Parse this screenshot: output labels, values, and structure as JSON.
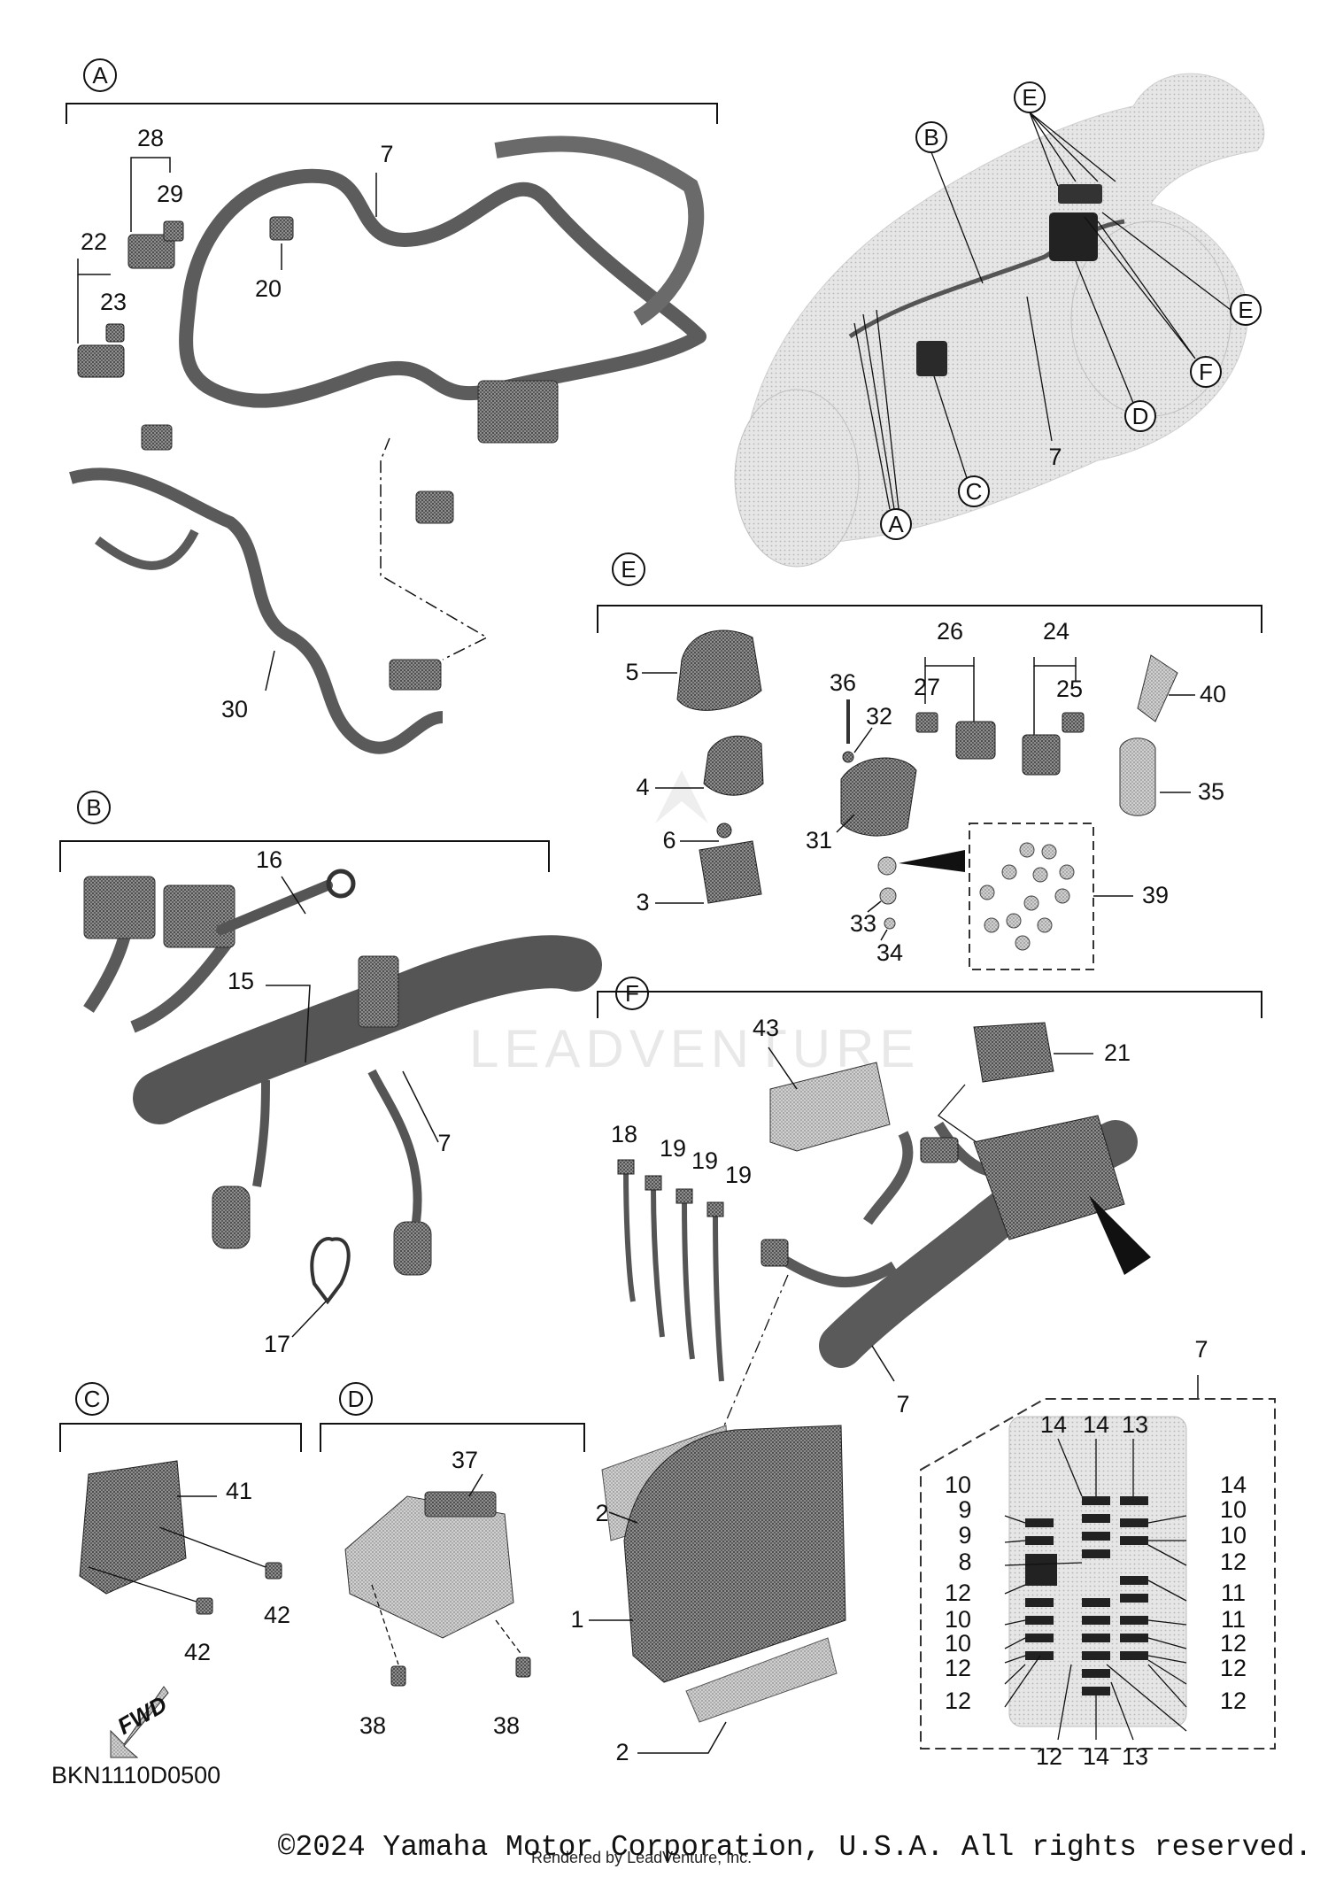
{
  "diagram_code": "BKN1110D0500",
  "copyright": "©2024 Yamaha Motor Corporation, U.S.A. All rights reserved.",
  "rendered_by": "Rendered by LeadVenture, Inc.",
  "watermark": "LEADVENTURE",
  "fwd_label": "FWD",
  "sections": {
    "A": "A",
    "B": "B",
    "C": "C",
    "D": "D",
    "E": "E",
    "F": "F"
  },
  "callouts": [
    {
      "id": "c28",
      "text": "28"
    },
    {
      "id": "c29",
      "text": "29"
    },
    {
      "id": "c22",
      "text": "22"
    },
    {
      "id": "c23",
      "text": "23"
    },
    {
      "id": "c7a",
      "text": "7"
    },
    {
      "id": "c20",
      "text": "20"
    },
    {
      "id": "c30",
      "text": "30"
    },
    {
      "id": "c7main",
      "text": "7"
    },
    {
      "id": "c16",
      "text": "16"
    },
    {
      "id": "c15",
      "text": "15"
    },
    {
      "id": "c7b",
      "text": "7"
    },
    {
      "id": "c17",
      "text": "17"
    },
    {
      "id": "c41",
      "text": "41"
    },
    {
      "id": "c42a",
      "text": "42"
    },
    {
      "id": "c42b",
      "text": "42"
    },
    {
      "id": "c37",
      "text": "37"
    },
    {
      "id": "c38a",
      "text": "38"
    },
    {
      "id": "c38b",
      "text": "38"
    },
    {
      "id": "c5",
      "text": "5"
    },
    {
      "id": "c4",
      "text": "4"
    },
    {
      "id": "c6",
      "text": "6"
    },
    {
      "id": "c3",
      "text": "3"
    },
    {
      "id": "c36",
      "text": "36"
    },
    {
      "id": "c32",
      "text": "32"
    },
    {
      "id": "c31",
      "text": "31"
    },
    {
      "id": "c33",
      "text": "33"
    },
    {
      "id": "c34",
      "text": "34"
    },
    {
      "id": "c26",
      "text": "26"
    },
    {
      "id": "c27",
      "text": "27"
    },
    {
      "id": "c24",
      "text": "24"
    },
    {
      "id": "c25",
      "text": "25"
    },
    {
      "id": "c39",
      "text": "39"
    },
    {
      "id": "c40",
      "text": "40"
    },
    {
      "id": "c35",
      "text": "35"
    },
    {
      "id": "c43",
      "text": "43"
    },
    {
      "id": "c21",
      "text": "21"
    },
    {
      "id": "c18",
      "text": "18"
    },
    {
      "id": "c19a",
      "text": "19"
    },
    {
      "id": "c19b",
      "text": "19"
    },
    {
      "id": "c19c",
      "text": "19"
    },
    {
      "id": "c2a",
      "text": "2"
    },
    {
      "id": "c1",
      "text": "1"
    },
    {
      "id": "c2b",
      "text": "2"
    },
    {
      "id": "c7f",
      "text": "7"
    },
    {
      "id": "c7box",
      "text": "7"
    },
    {
      "id": "fb14a",
      "text": "14"
    },
    {
      "id": "fb14b",
      "text": "14"
    },
    {
      "id": "fb13a",
      "text": "13"
    },
    {
      "id": "fb10a",
      "text": "10"
    },
    {
      "id": "fb9a",
      "text": "9"
    },
    {
      "id": "fb9b",
      "text": "9"
    },
    {
      "id": "fb8",
      "text": "8"
    },
    {
      "id": "fb12a",
      "text": "12"
    },
    {
      "id": "fb10b",
      "text": "10"
    },
    {
      "id": "fb10c",
      "text": "10"
    },
    {
      "id": "fb12b",
      "text": "12"
    },
    {
      "id": "fb12c",
      "text": "12"
    },
    {
      "id": "fb14c",
      "text": "14"
    },
    {
      "id": "fb10d",
      "text": "10"
    },
    {
      "id": "fb10e",
      "text": "10"
    },
    {
      "id": "fb12d",
      "text": "12"
    },
    {
      "id": "fb11a",
      "text": "11"
    },
    {
      "id": "fb11b",
      "text": "11"
    },
    {
      "id": "fb12e",
      "text": "12"
    },
    {
      "id": "fb12f",
      "text": "12"
    },
    {
      "id": "fb12g",
      "text": "12"
    },
    {
      "id": "fb12h",
      "text": "12"
    },
    {
      "id": "fb14d",
      "text": "14"
    },
    {
      "id": "fb13b",
      "text": "13"
    }
  ]
}
